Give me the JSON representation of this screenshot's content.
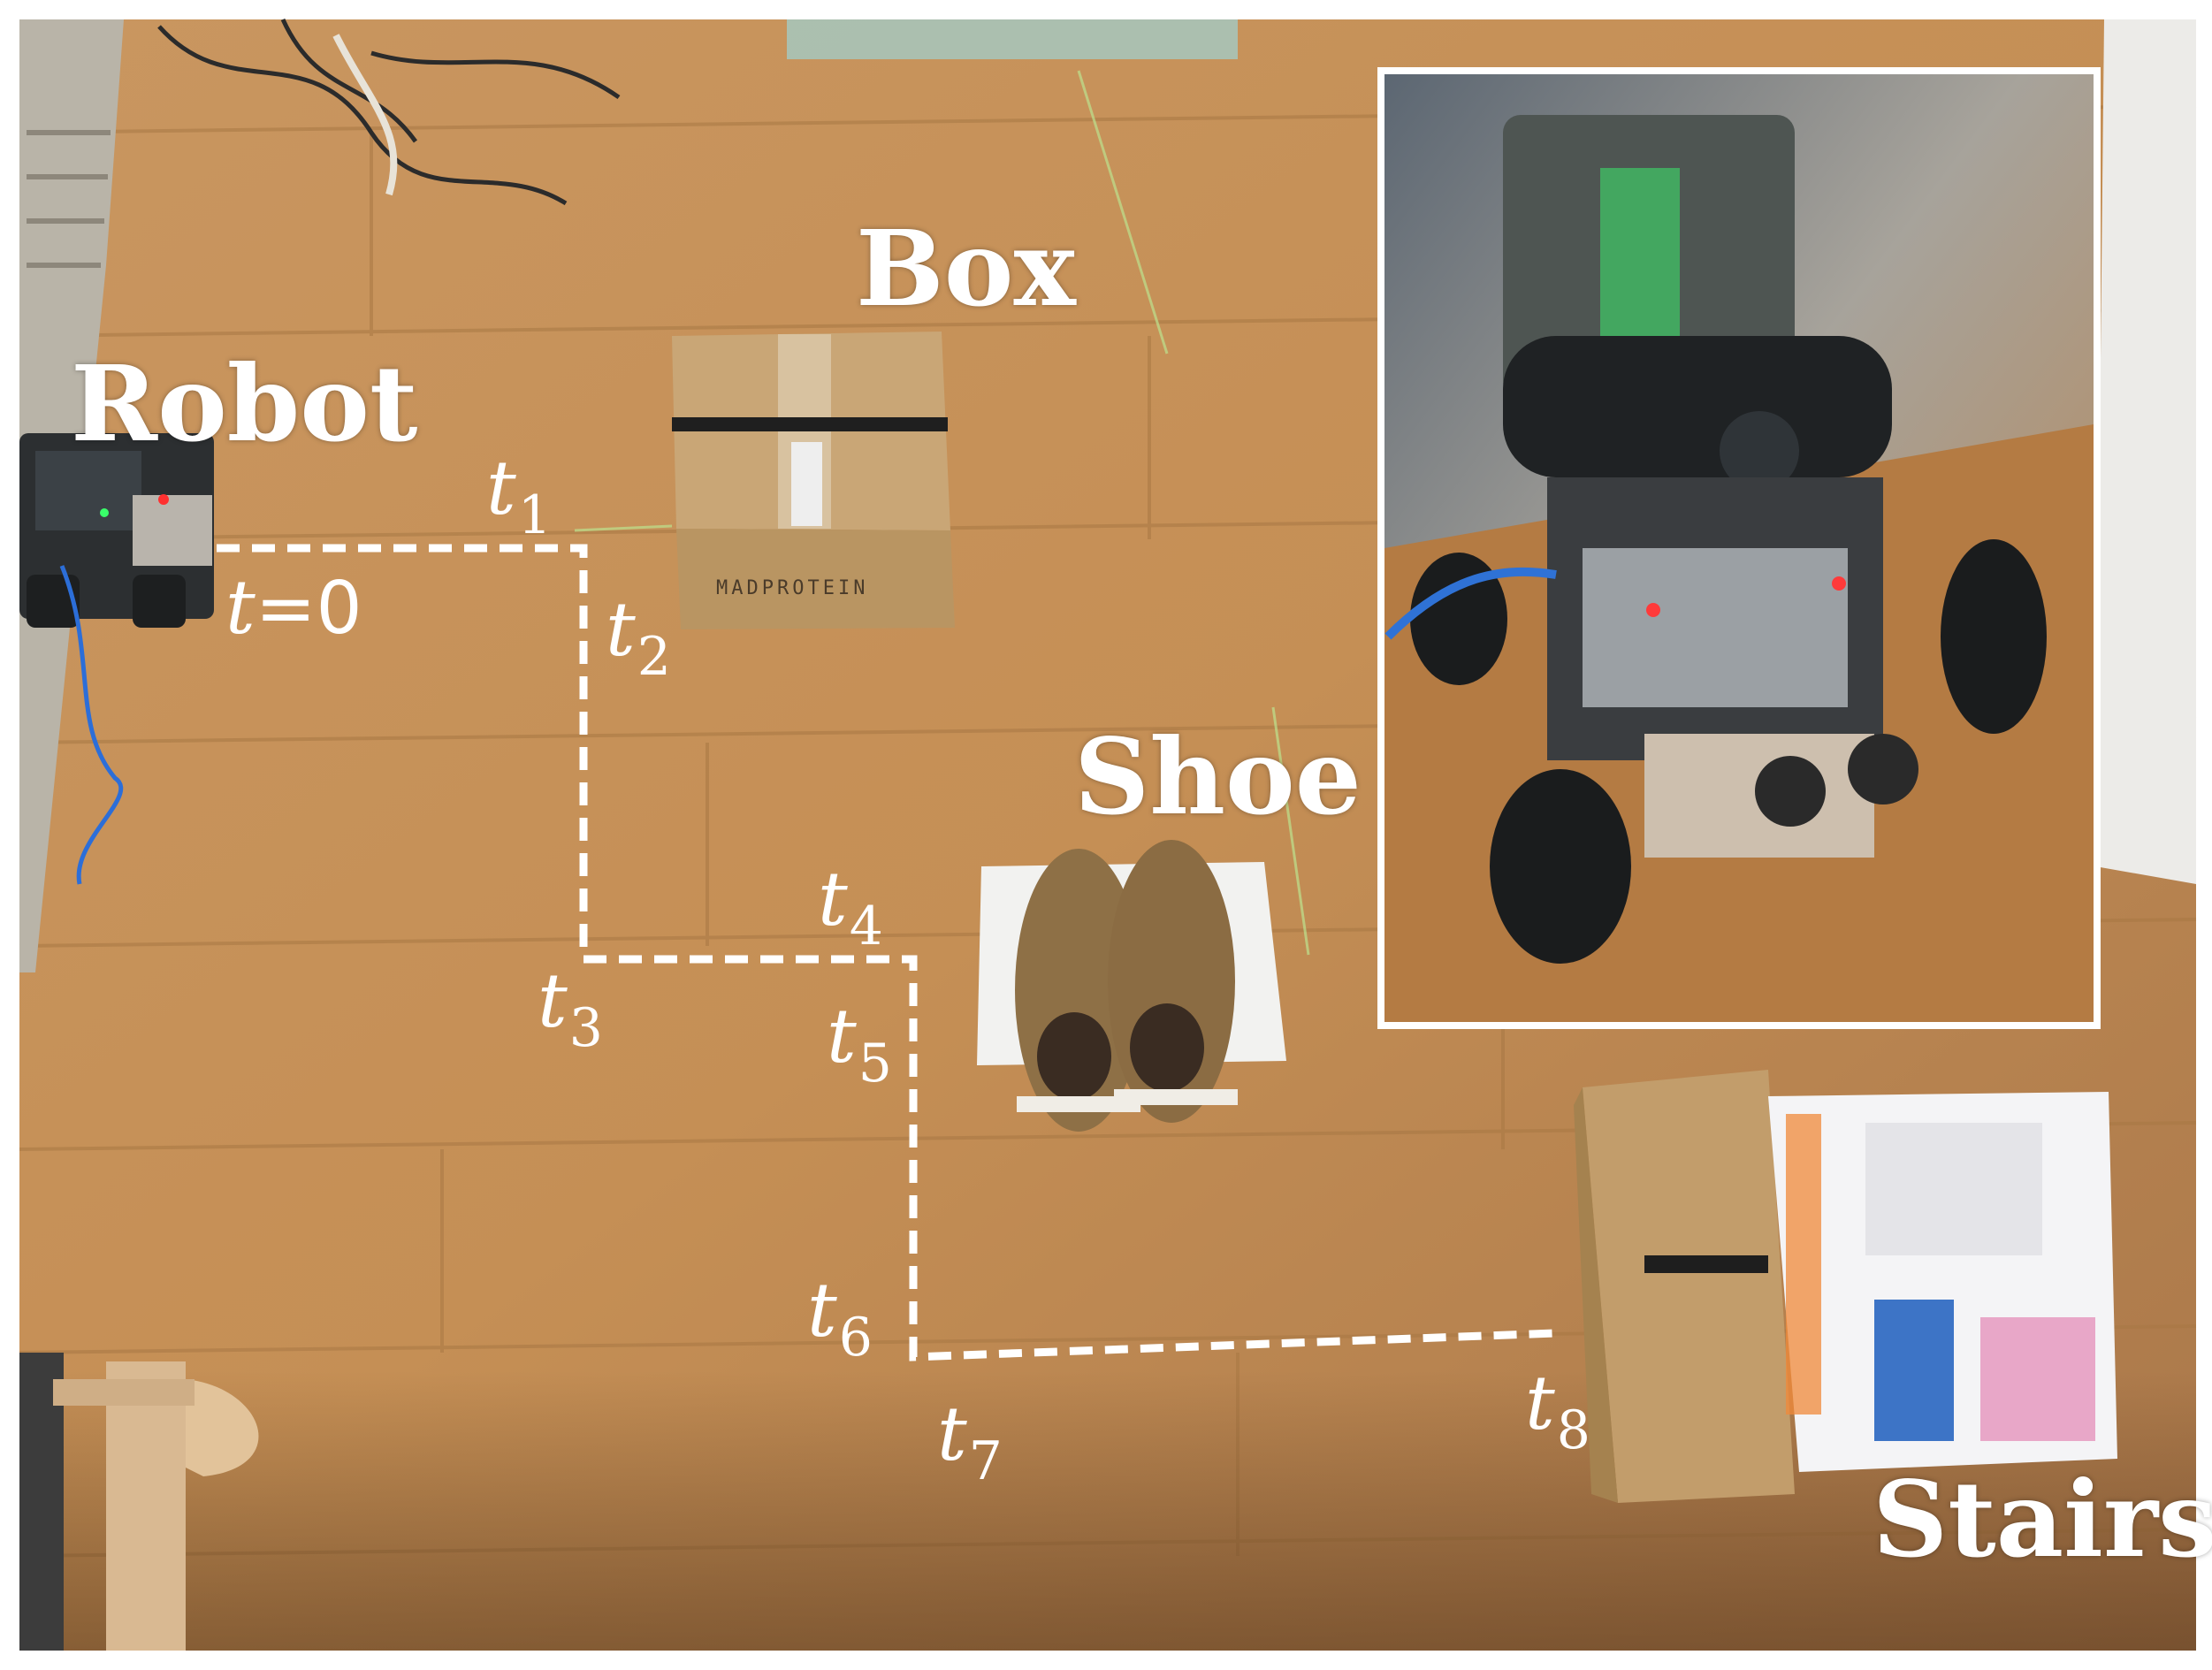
{
  "labels": {
    "robot": "Robot",
    "box": "Box",
    "shoe": "Shoe",
    "stairs": "Stairs"
  },
  "time_steps": [
    {
      "var": "t",
      "sub": "1"
    },
    {
      "var": "t",
      "sub": "2"
    },
    {
      "var": "t",
      "sub": "3"
    },
    {
      "var": "t",
      "sub": "4"
    },
    {
      "var": "t",
      "sub": "5"
    },
    {
      "var": "t",
      "sub": "6"
    },
    {
      "var": "t",
      "sub": "7"
    },
    {
      "var": "t",
      "sub": "8"
    }
  ],
  "start": {
    "var": "t",
    "rest": "=0"
  },
  "box_print": "MADPROTEIN",
  "colors": {
    "floor": "#c8935a",
    "path": "#ffffff",
    "label": "#ffffff"
  }
}
